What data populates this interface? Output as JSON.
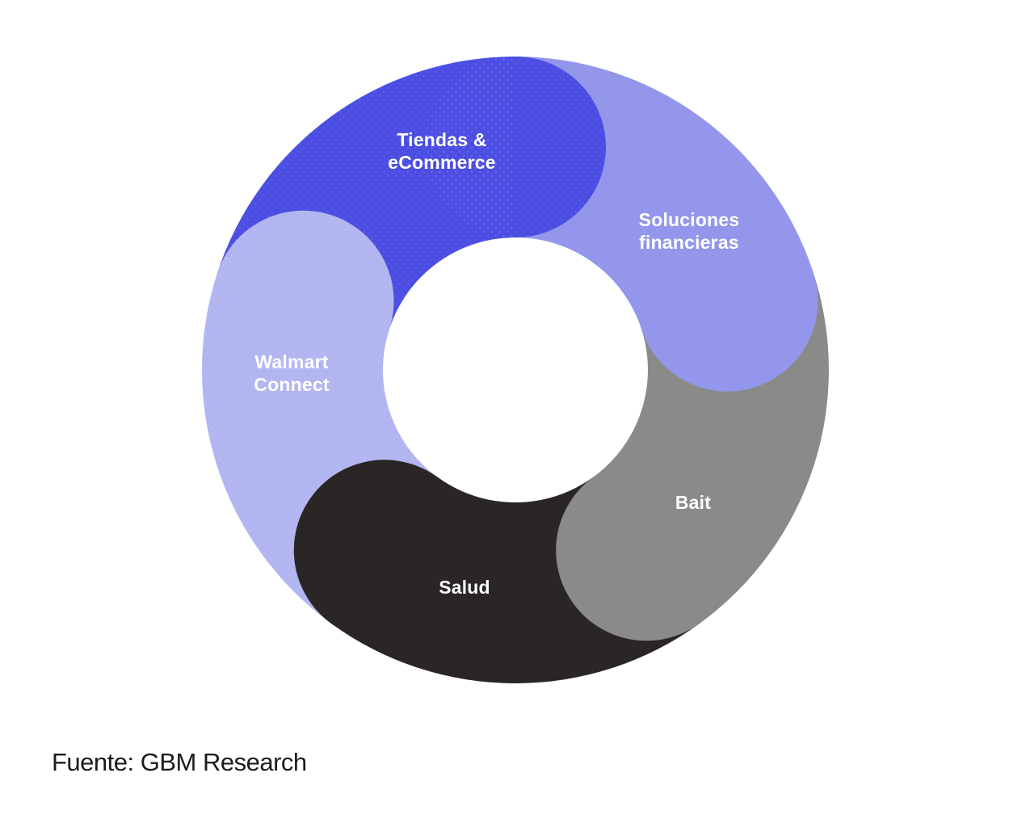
{
  "diagram": {
    "title": "",
    "type": "cycle",
    "segments": [
      {
        "id": "tiendas-ecommerce",
        "label": "Tiendas &\neCommerce",
        "color": "#4A4EE3",
        "dotted": true
      },
      {
        "id": "soluciones-financieras",
        "label": "Soluciones\nfinancieras",
        "color": "#9297EC",
        "dotted": true
      },
      {
        "id": "bait",
        "label": "Bait",
        "color": "#8A8A88",
        "dotted": false
      },
      {
        "id": "salud",
        "label": "Salud",
        "color": "#2A2626",
        "dotted": false
      },
      {
        "id": "walmart-connect",
        "label": "Walmart\nConnect",
        "color": "#B2B7F2",
        "dotted": true
      }
    ],
    "dot_texture_color": "#C87FD0",
    "text_color": "#FFFFFF"
  },
  "footer": {
    "source_label": "Fuente: GBM Research"
  }
}
